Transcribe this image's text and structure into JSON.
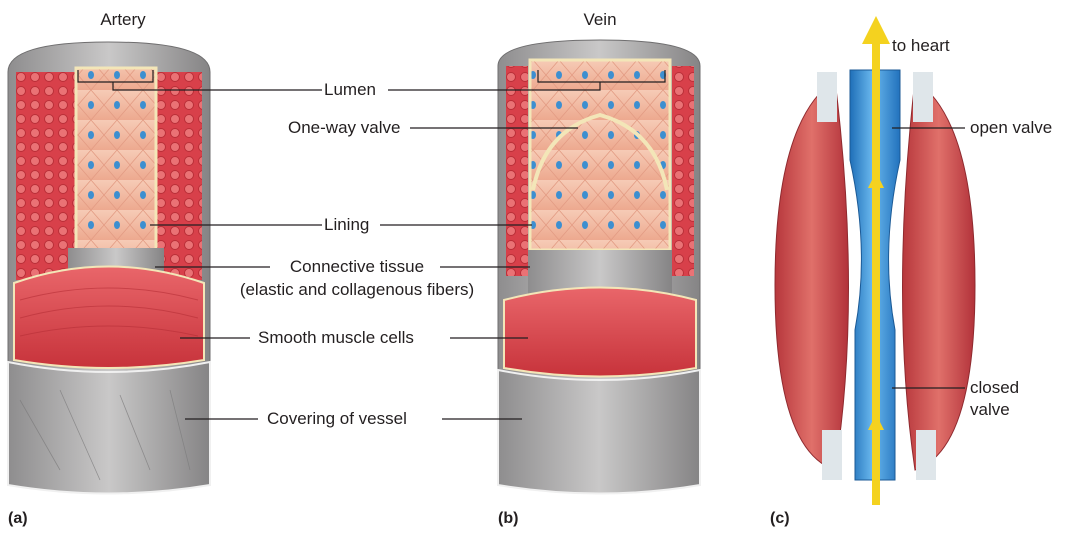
{
  "titles": {
    "artery": "Artery",
    "vein": "Vein"
  },
  "labels": {
    "lumen": "Lumen",
    "one_way_valve": "One-way valve",
    "lining": "Lining",
    "connective_tissue": "Connective tissue",
    "connective_detail": "(elastic and collagenous fibers)",
    "smooth_muscle": "Smooth muscle cells",
    "covering": "Covering of vessel",
    "to_heart": "to heart",
    "open_valve": "open valve",
    "closed_valve_1": "closed",
    "closed_valve_2": "valve"
  },
  "panels": {
    "a": "(a)",
    "b": "(b)",
    "c": "(c)"
  },
  "colors": {
    "muscle_red": "#d9404a",
    "tissue_gray": "#a7a6a6",
    "lining_pink": "#f2b9a3",
    "nucleus_blue": "#3d8fd0",
    "vein_blue": "#2f8fd8",
    "arrow_yellow": "#f4d21f",
    "leader_line": "#231f20"
  }
}
